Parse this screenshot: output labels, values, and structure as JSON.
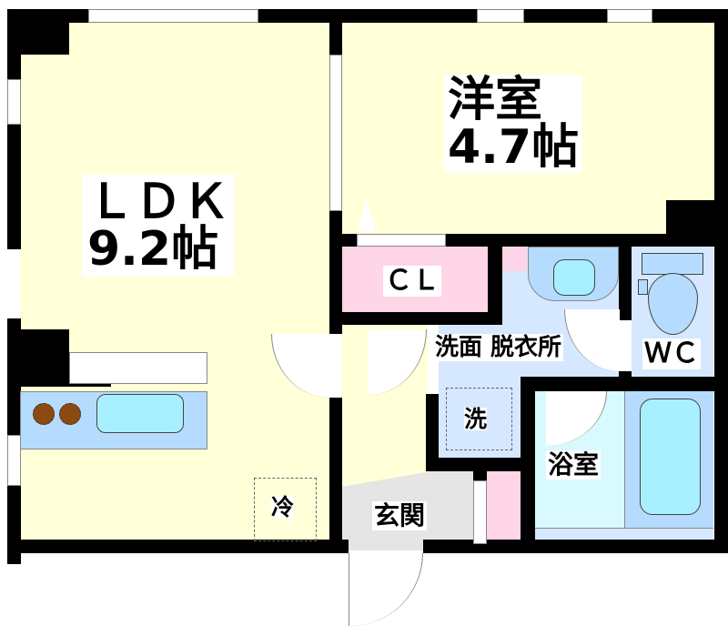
{
  "floorplan": {
    "rooms": {
      "ldk": {
        "name": "ＬＤＫ",
        "size": "9.2帖"
      },
      "western": {
        "name": "洋室",
        "size": "4.7帖"
      },
      "closet": {
        "name": "ＣＬ"
      },
      "washroom": {
        "name": "洗面 脱衣所"
      },
      "toilet": {
        "name": "ＷＣ"
      },
      "washer": {
        "name": "洗"
      },
      "bathroom": {
        "name": "浴室"
      },
      "entrance": {
        "name": "玄関"
      },
      "fridge": {
        "name": "冷"
      }
    },
    "colors": {
      "wall": "#000000",
      "living_floor": "#ffffd8",
      "closet": "#ffd5e8",
      "wet_area": "#d5e8ff",
      "fixture": "#b5dcff",
      "water": "#a8f0ff",
      "bath_floor": "#d8faff",
      "entrance": "#e5e5e5",
      "stove": "#8b4a10"
    }
  }
}
